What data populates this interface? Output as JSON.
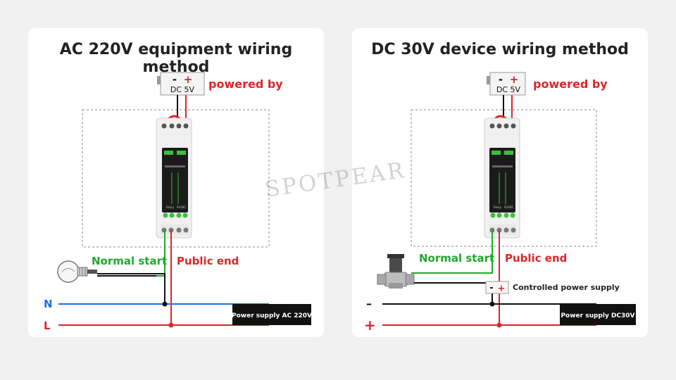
{
  "watermark": "SPOTPEAR",
  "colors": {
    "red": "#e0242a",
    "green": "#1faa2a",
    "blue": "#1e6fe8",
    "black": "#111111"
  },
  "left_panel": {
    "title": "AC 220V equipment wiring method",
    "battery": {
      "minus": "-",
      "plus": "+",
      "label": "DC 5V"
    },
    "powered_by": "powered by",
    "normal_start": "Normal start",
    "public_end": "Public end",
    "line_n": "N",
    "line_l": "L",
    "supply_label": "Power supply AC 220V",
    "load_icon": "light-bulb-icon"
  },
  "right_panel": {
    "title": "DC 30V device wiring method",
    "battery": {
      "minus": "-",
      "plus": "+",
      "label": "DC 5V"
    },
    "powered_by": "powered by",
    "normal_start": "Normal start",
    "public_end": "Public end",
    "controlled_supply": "Controlled power supply",
    "controlled_minus": "-",
    "controlled_plus": "+",
    "line_minus": "–",
    "line_plus": "+",
    "supply_label": "Power supply DC30V",
    "load_icon": "solenoid-valve-icon"
  },
  "relay_module": {
    "labels": [
      "Relay",
      "RS485"
    ]
  }
}
